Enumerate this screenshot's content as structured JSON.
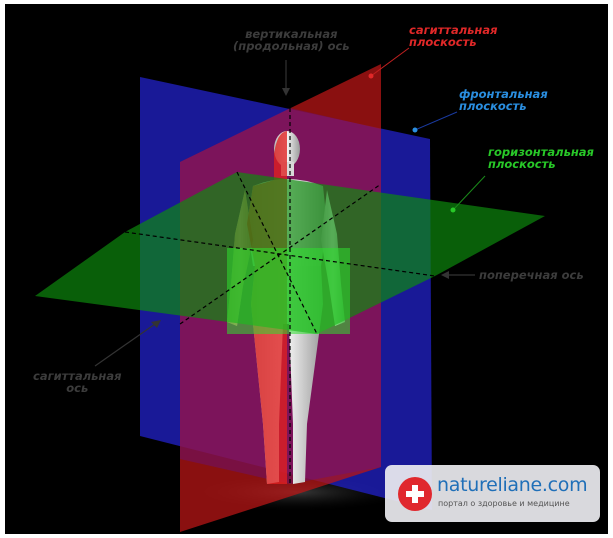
{
  "labels": {
    "vertical_axis": [
      "вертикальная",
      "(продольная) ось"
    ],
    "sagittal_plane": [
      "сагиттальная",
      "плоскость"
    ],
    "frontal_plane": [
      "фронтальная",
      "плоскость"
    ],
    "horizontal_plane": [
      "горизонтальная",
      "плоскость"
    ],
    "transverse_axis": [
      "поперечная ось"
    ],
    "sagittal_axis": [
      "сагиттальная",
      "ось"
    ]
  },
  "watermark": {
    "name": "natureliane.com",
    "tagline": "портал о здоровье и медицине"
  },
  "colors": {
    "sagittal": "#e02828",
    "frontal": "#2a8ee0",
    "horizontal": "#28c828",
    "axis_label": "#3c3c3c",
    "background": "#000000"
  },
  "icons": [
    "plus-logo-icon"
  ]
}
